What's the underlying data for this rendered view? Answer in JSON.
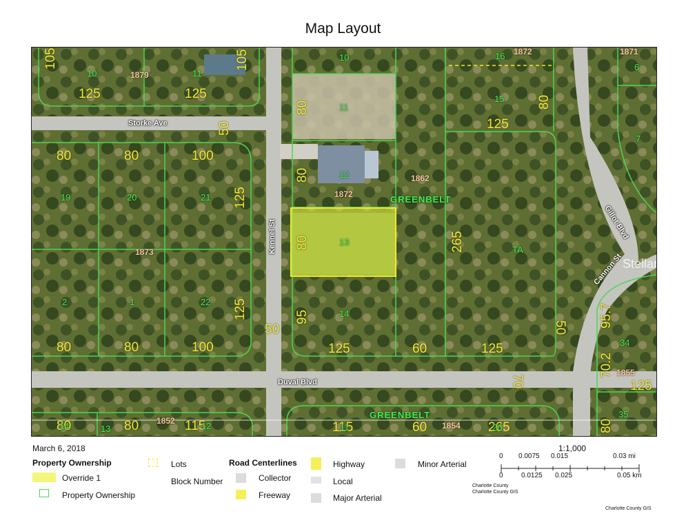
{
  "title": "Map Layout",
  "date": "March 6, 2018",
  "scale": {
    "ratio": "1:1,000",
    "mi_ticks": [
      "0",
      "0.0075",
      "0.015",
      "0.03 mi"
    ],
    "km_ticks": [
      "0",
      "0.0125",
      "0.025",
      "0.05 km"
    ]
  },
  "credits": {
    "line1": "Charlotte County",
    "line2": "Charlotte County GIS",
    "footer": "Charlotte County GIS"
  },
  "watermark": "StellarMLS",
  "legend": {
    "property_title": "Property Ownership",
    "override": "Override 1",
    "ownership": "Property Ownership",
    "lots": "Lots",
    "block_number": "Block Number",
    "road_title": "Road Centerlines",
    "collector": "Collector",
    "freeway": "Freeway",
    "highway": "Highway",
    "local": "Local",
    "major_arterial": "Major Arterial",
    "minor_arterial": "Minor Arterial"
  },
  "roads": {
    "storke": "Storke Ave",
    "kennel": "Kennel St",
    "duval": "Duval Blvd",
    "gillot": "Gillot Blvd",
    "cannon": "Cannon St"
  },
  "greenbelt": "GREENBELT",
  "ta": "TA",
  "labels": {
    "d105a": "105",
    "d125a": "125",
    "d125b": "125",
    "d105b": "105",
    "d50a": "50",
    "d80a": "80",
    "d125c": "125",
    "d80b": "80",
    "d80c": "80",
    "d80d": "80",
    "d100a": "100",
    "d125d": "125",
    "d80e": "80",
    "d80f": "80",
    "d265a": "265",
    "d125e": "125",
    "d95a": "95",
    "d50b": "50",
    "d80g": "80",
    "d80h": "80",
    "d100b": "100",
    "d125f": "125",
    "d60a": "60",
    "d125g": "125",
    "d50c": "50",
    "d70a": "70",
    "d95b": "95.7",
    "d70b": "70.2",
    "d125h": "125",
    "d80i": "80",
    "d80j": "80",
    "d115": "115",
    "d60b": "60",
    "d265b": "265",
    "d80k": "80",
    "d115b": "115",
    "l10a": "10",
    "l11a": "11",
    "l10b": "10",
    "l11b": "11",
    "l16": "16",
    "l6": "6",
    "l15": "15",
    "l7": "7",
    "l12": "12",
    "l19": "19",
    "l20": "20",
    "l21": "21",
    "l13": "13",
    "l2": "2",
    "l1": "1",
    "l22": "22",
    "l14": "14",
    "l34": "34",
    "l35": "35",
    "l14b": "14",
    "l13b": "13",
    "l12b": "12",
    "l11c": "11",
    "l26": "26",
    "b1879": "1879",
    "b1872a": "1872",
    "b1871": "1871",
    "b1862": "1862",
    "b1872b": "1872",
    "b1873": "1873",
    "b1855": "1855",
    "b1852": "1852",
    "b1854": "1854"
  }
}
